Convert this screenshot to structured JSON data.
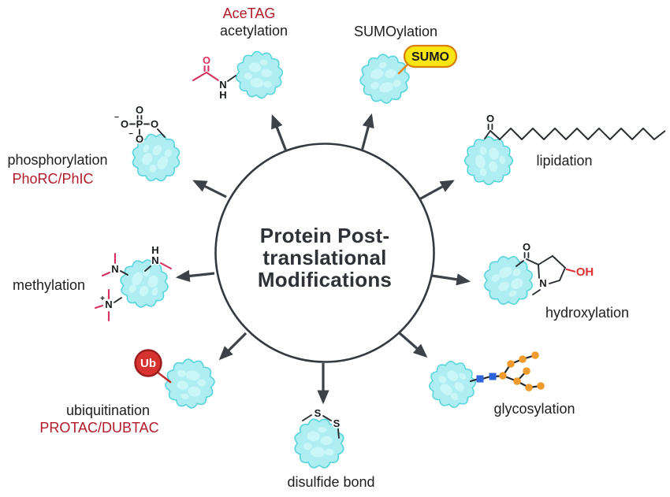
{
  "title": {
    "line1": "Protein Post-",
    "line2": "translational",
    "line3": "Modifications"
  },
  "modifications": {
    "acetylation": {
      "tag": "AceTAG",
      "label": "acetylation"
    },
    "sumoylation": {
      "label": "SUMOylation",
      "badge": "SUMO"
    },
    "lipidation": {
      "label": "lipidation"
    },
    "hydroxylation": {
      "label": "hydroxylation",
      "hydroxyl": "OH"
    },
    "glycosylation": {
      "label": "glycosylation"
    },
    "disulfide_bond": {
      "label": "disulfide bond"
    },
    "ubiquitination": {
      "label": "ubiquitination",
      "tag": "PROTAC/DUBTAC",
      "badge": "Ub"
    },
    "methylation": {
      "label": "methylation"
    },
    "phosphorylation": {
      "label": "phosphorylation",
      "tag": "PhoRC/PhIC"
    }
  },
  "atoms": {
    "O": "O",
    "N": "N",
    "H": "H",
    "P": "P",
    "S": "S",
    "minus": "−",
    "plus": "+"
  },
  "colors": {
    "ink": "#1e1e1e",
    "crimson": "#b11a29",
    "outline": "#3c4247",
    "blob-fill": "#aeeef2",
    "blob-stroke": "#58d5db",
    "blob-bump": "#cdf6f7",
    "chem-pink": "#d6315e",
    "oh-red": "#e03131",
    "sumo-yellow": "#f8e511",
    "sumo-border": "#d77f08",
    "ub-red": "#d53230",
    "ub-border": "#9c1c1c",
    "glycan-orange": "#ef9b2d",
    "glycan-blue": "#2e66d9"
  }
}
